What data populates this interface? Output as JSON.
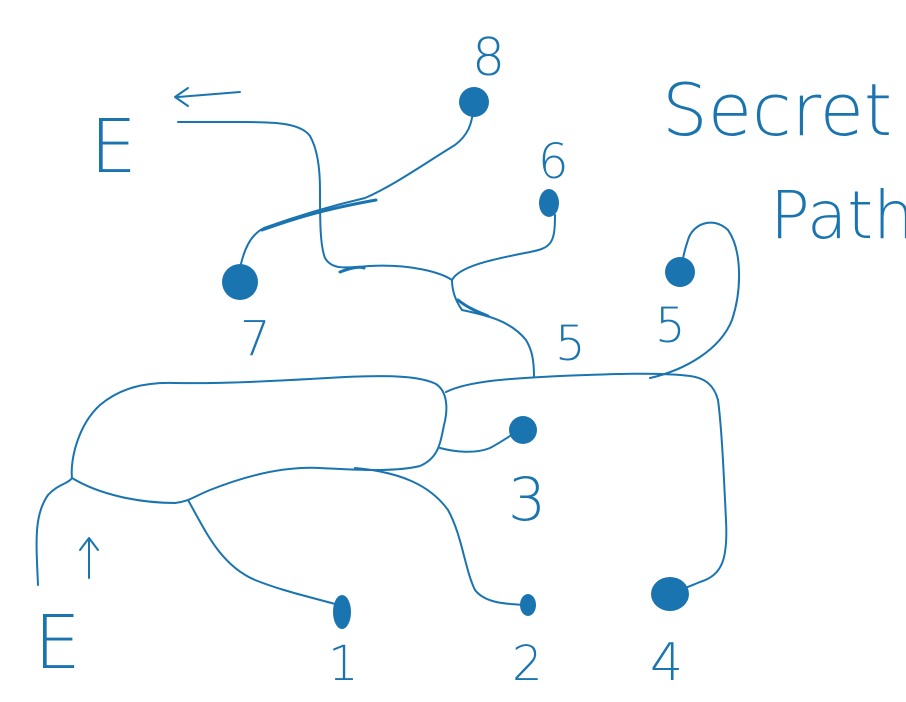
{
  "title_line1": "Secret",
  "title_line2": "Path",
  "entrance_label": "E",
  "exit_label": "E",
  "node_labels": {
    "n1": "1",
    "n2": "2",
    "n3": "3",
    "n4": "4",
    "n5a": "5",
    "n5b": "5",
    "n6": "6",
    "n7": "7",
    "n8": "8"
  },
  "colors": {
    "ink": "#1a74b0",
    "background": "#ffffff"
  }
}
